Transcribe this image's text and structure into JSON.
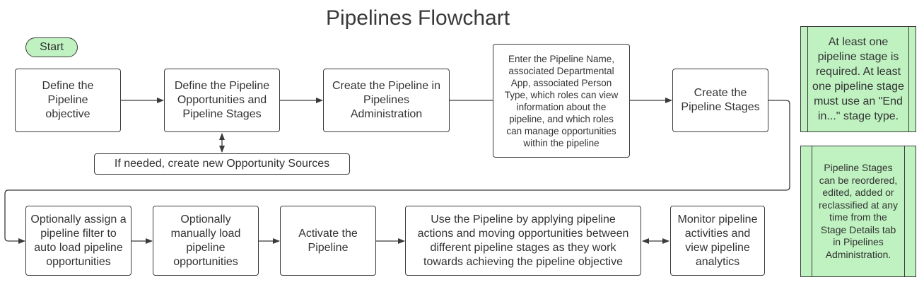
{
  "title": "Pipelines Flowchart",
  "start_label": "Start",
  "steps": {
    "define_objective": "Define the Pipeline objective",
    "define_opportunities_stages": "Define the Pipeline Opportunities and Pipeline Stages",
    "create_in_admin": "Create the Pipeline in Pipelines Administration",
    "enter_pipeline_name": "Enter the Pipeline Name, associated Departmental App, associated Person Type, which roles can view information about the pipeline, and which roles can manage opportunities within the pipeline",
    "create_stages": "Create the Pipeline Stages",
    "opportunity_sources": "If needed, create new Opportunity Sources",
    "assign_filter": "Optionally assign a pipeline filter to auto load pipeline opportunities",
    "manually_load": "Optionally manually load pipeline opportunities",
    "activate": "Activate the Pipeline",
    "use_pipeline": "Use the Pipeline by applying pipeline actions and moving opportunities between different pipeline stages as they work towards achieving the pipeline objective",
    "monitor": "Monitor pipeline activities and view pipeline analytics"
  },
  "notes": {
    "stage_requirement": "At least one pipeline stage is required. At least one pipeline stage must use an \"End in...\" stage type.",
    "stage_changes": "Pipeline Stages can be reordered, edited, added or reclassified at any time from the Stage Details tab in Pipelines Administration."
  },
  "colors": {
    "note_fill": "#bff2c0",
    "line": "#3a3a3a"
  }
}
